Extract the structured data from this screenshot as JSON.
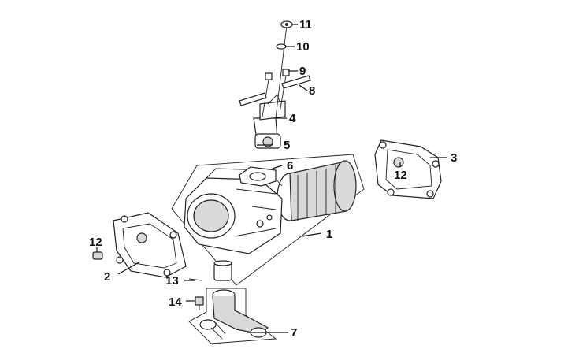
{
  "callouts": {
    "c1": "1",
    "c2": "2",
    "c3": "3",
    "c4": "4",
    "c5": "5",
    "c6": "6",
    "c7": "7",
    "c8": "8",
    "c9": "9",
    "c10": "10",
    "c11": "11",
    "c12a": "12",
    "c12b": "12",
    "c13": "13",
    "c14": "14"
  }
}
